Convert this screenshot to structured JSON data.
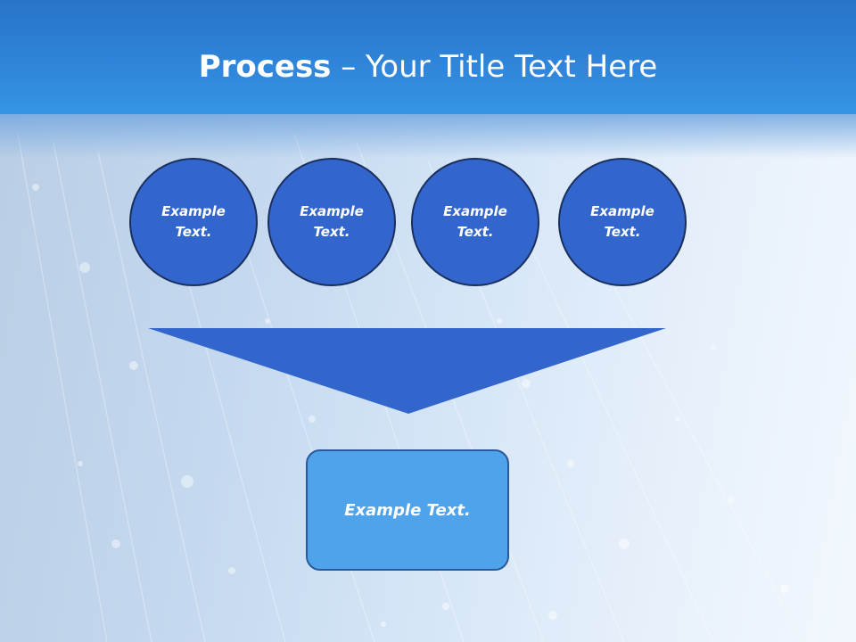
{
  "title": {
    "bold": "Process",
    "rest": " – Your Title Text Here"
  },
  "circles": [
    {
      "line1": "Example",
      "line2": "Text."
    },
    {
      "line1": "Example",
      "line2": "Text."
    },
    {
      "line1": "Example",
      "line2": "Text."
    },
    {
      "line1": "Example",
      "line2": "Text."
    }
  ],
  "result_box": {
    "label": "Example Text."
  },
  "colors": {
    "header": "#2f86db",
    "circle_fill": "#3366cc",
    "arrow_fill": "#3366cc",
    "box_fill": "#4ea3eb"
  }
}
